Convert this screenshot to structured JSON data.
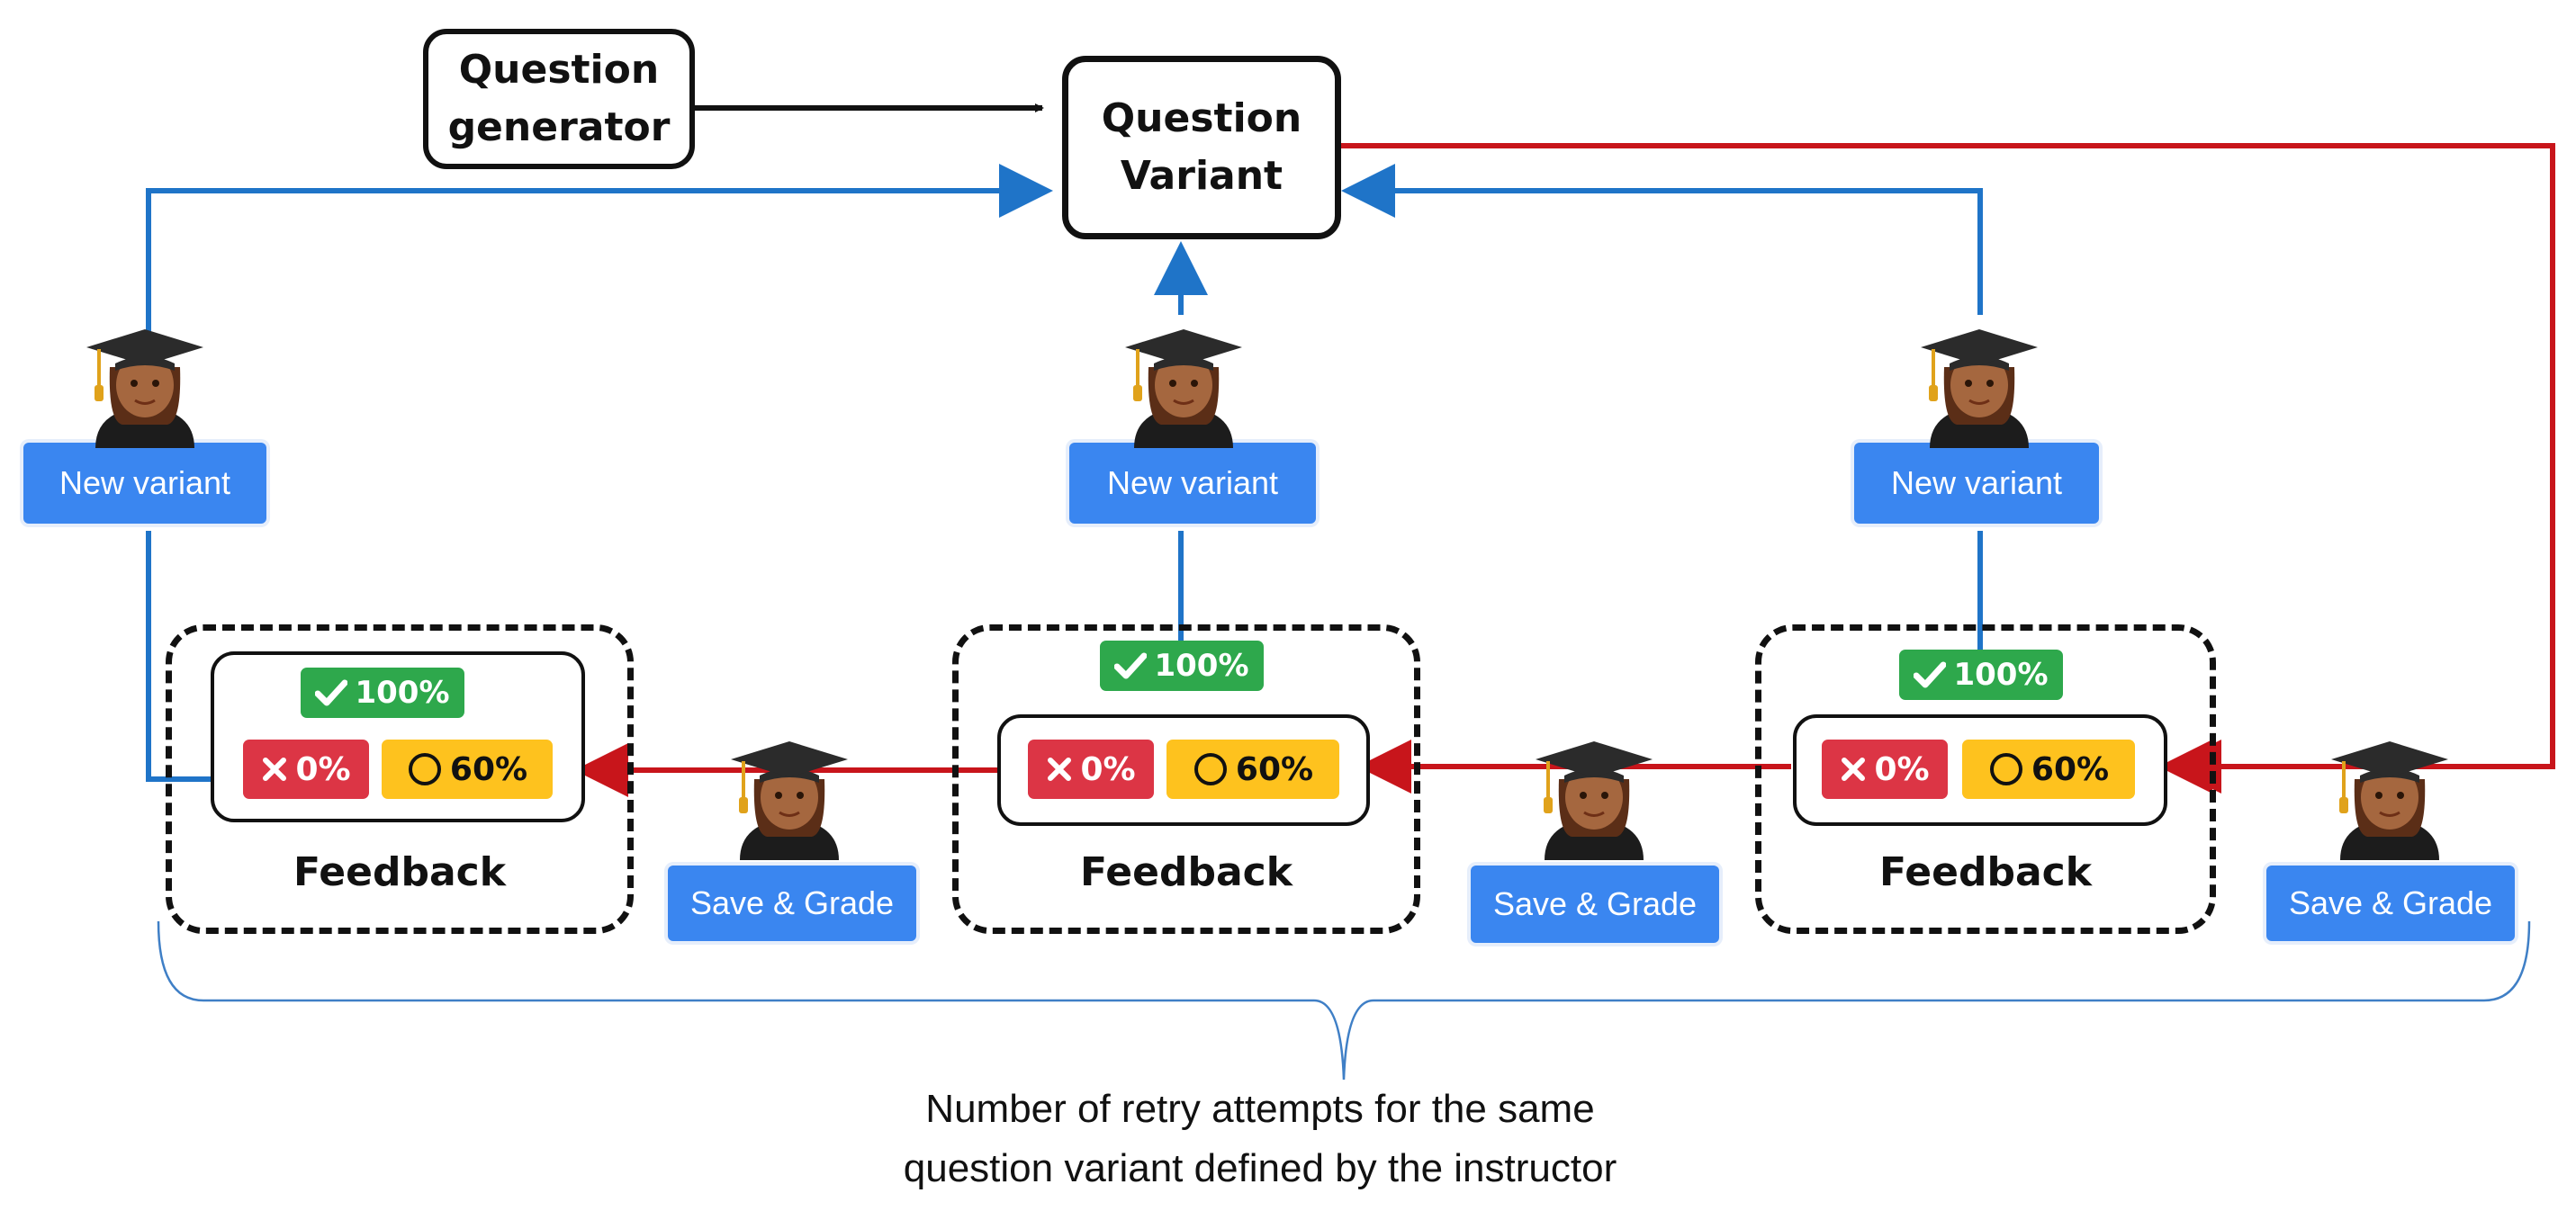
{
  "nodes": {
    "question_generator": "Question\ngenerator",
    "question_variant": "Question\nVariant"
  },
  "buttons": {
    "new_variant": "New variant",
    "save_grade": "Save & Grade"
  },
  "feedback": {
    "label": "Feedback",
    "correct": "100%",
    "incorrect": "0%",
    "partial": "60%"
  },
  "caption": {
    "line1": "Number of retry attempts for the same",
    "line2": "question variant defined by the instructor"
  },
  "colors": {
    "blue_flow": "#1f74c8",
    "red_flow": "#c8151b",
    "button": "#3a86f0",
    "correct": "#2ea84c",
    "incorrect": "#dc3545",
    "partial": "#fec21e"
  },
  "icons": [
    "student-graduate-icon",
    "check-icon",
    "cross-icon",
    "circle-icon"
  ]
}
